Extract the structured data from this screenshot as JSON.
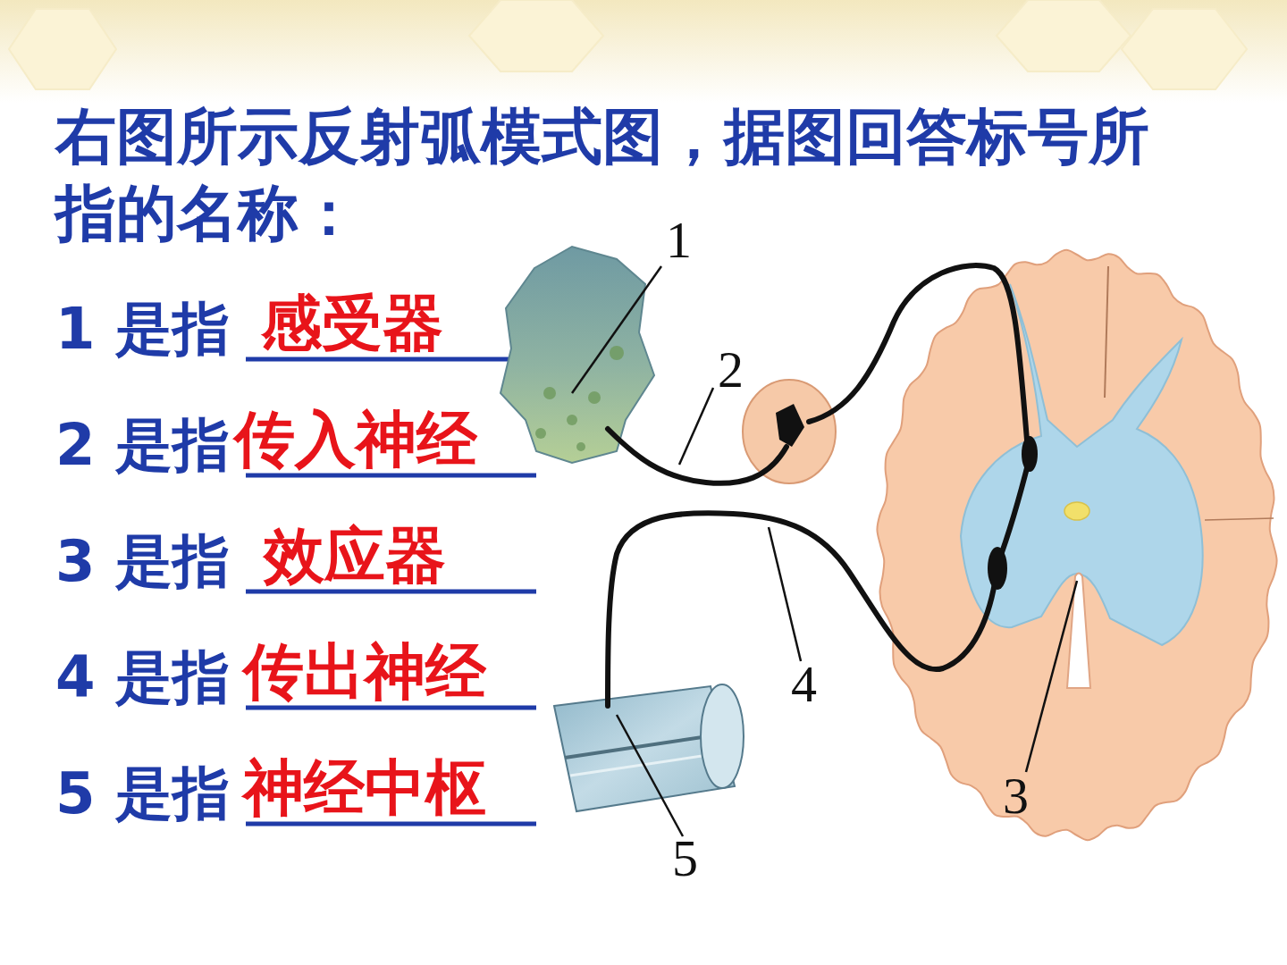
{
  "diagram": {
    "title": "右图所示反射弧模式图，据图回答标号所指的名称：",
    "labels": [
      "1 是指",
      "感受器",
      "2 是指",
      "传入神经",
      "3 是指",
      "效应器",
      "4 是指",
      "传出神经",
      "5 是指",
      "神经中枢",
      "1",
      "2",
      "3",
      "4",
      "5"
    ]
  }
}
